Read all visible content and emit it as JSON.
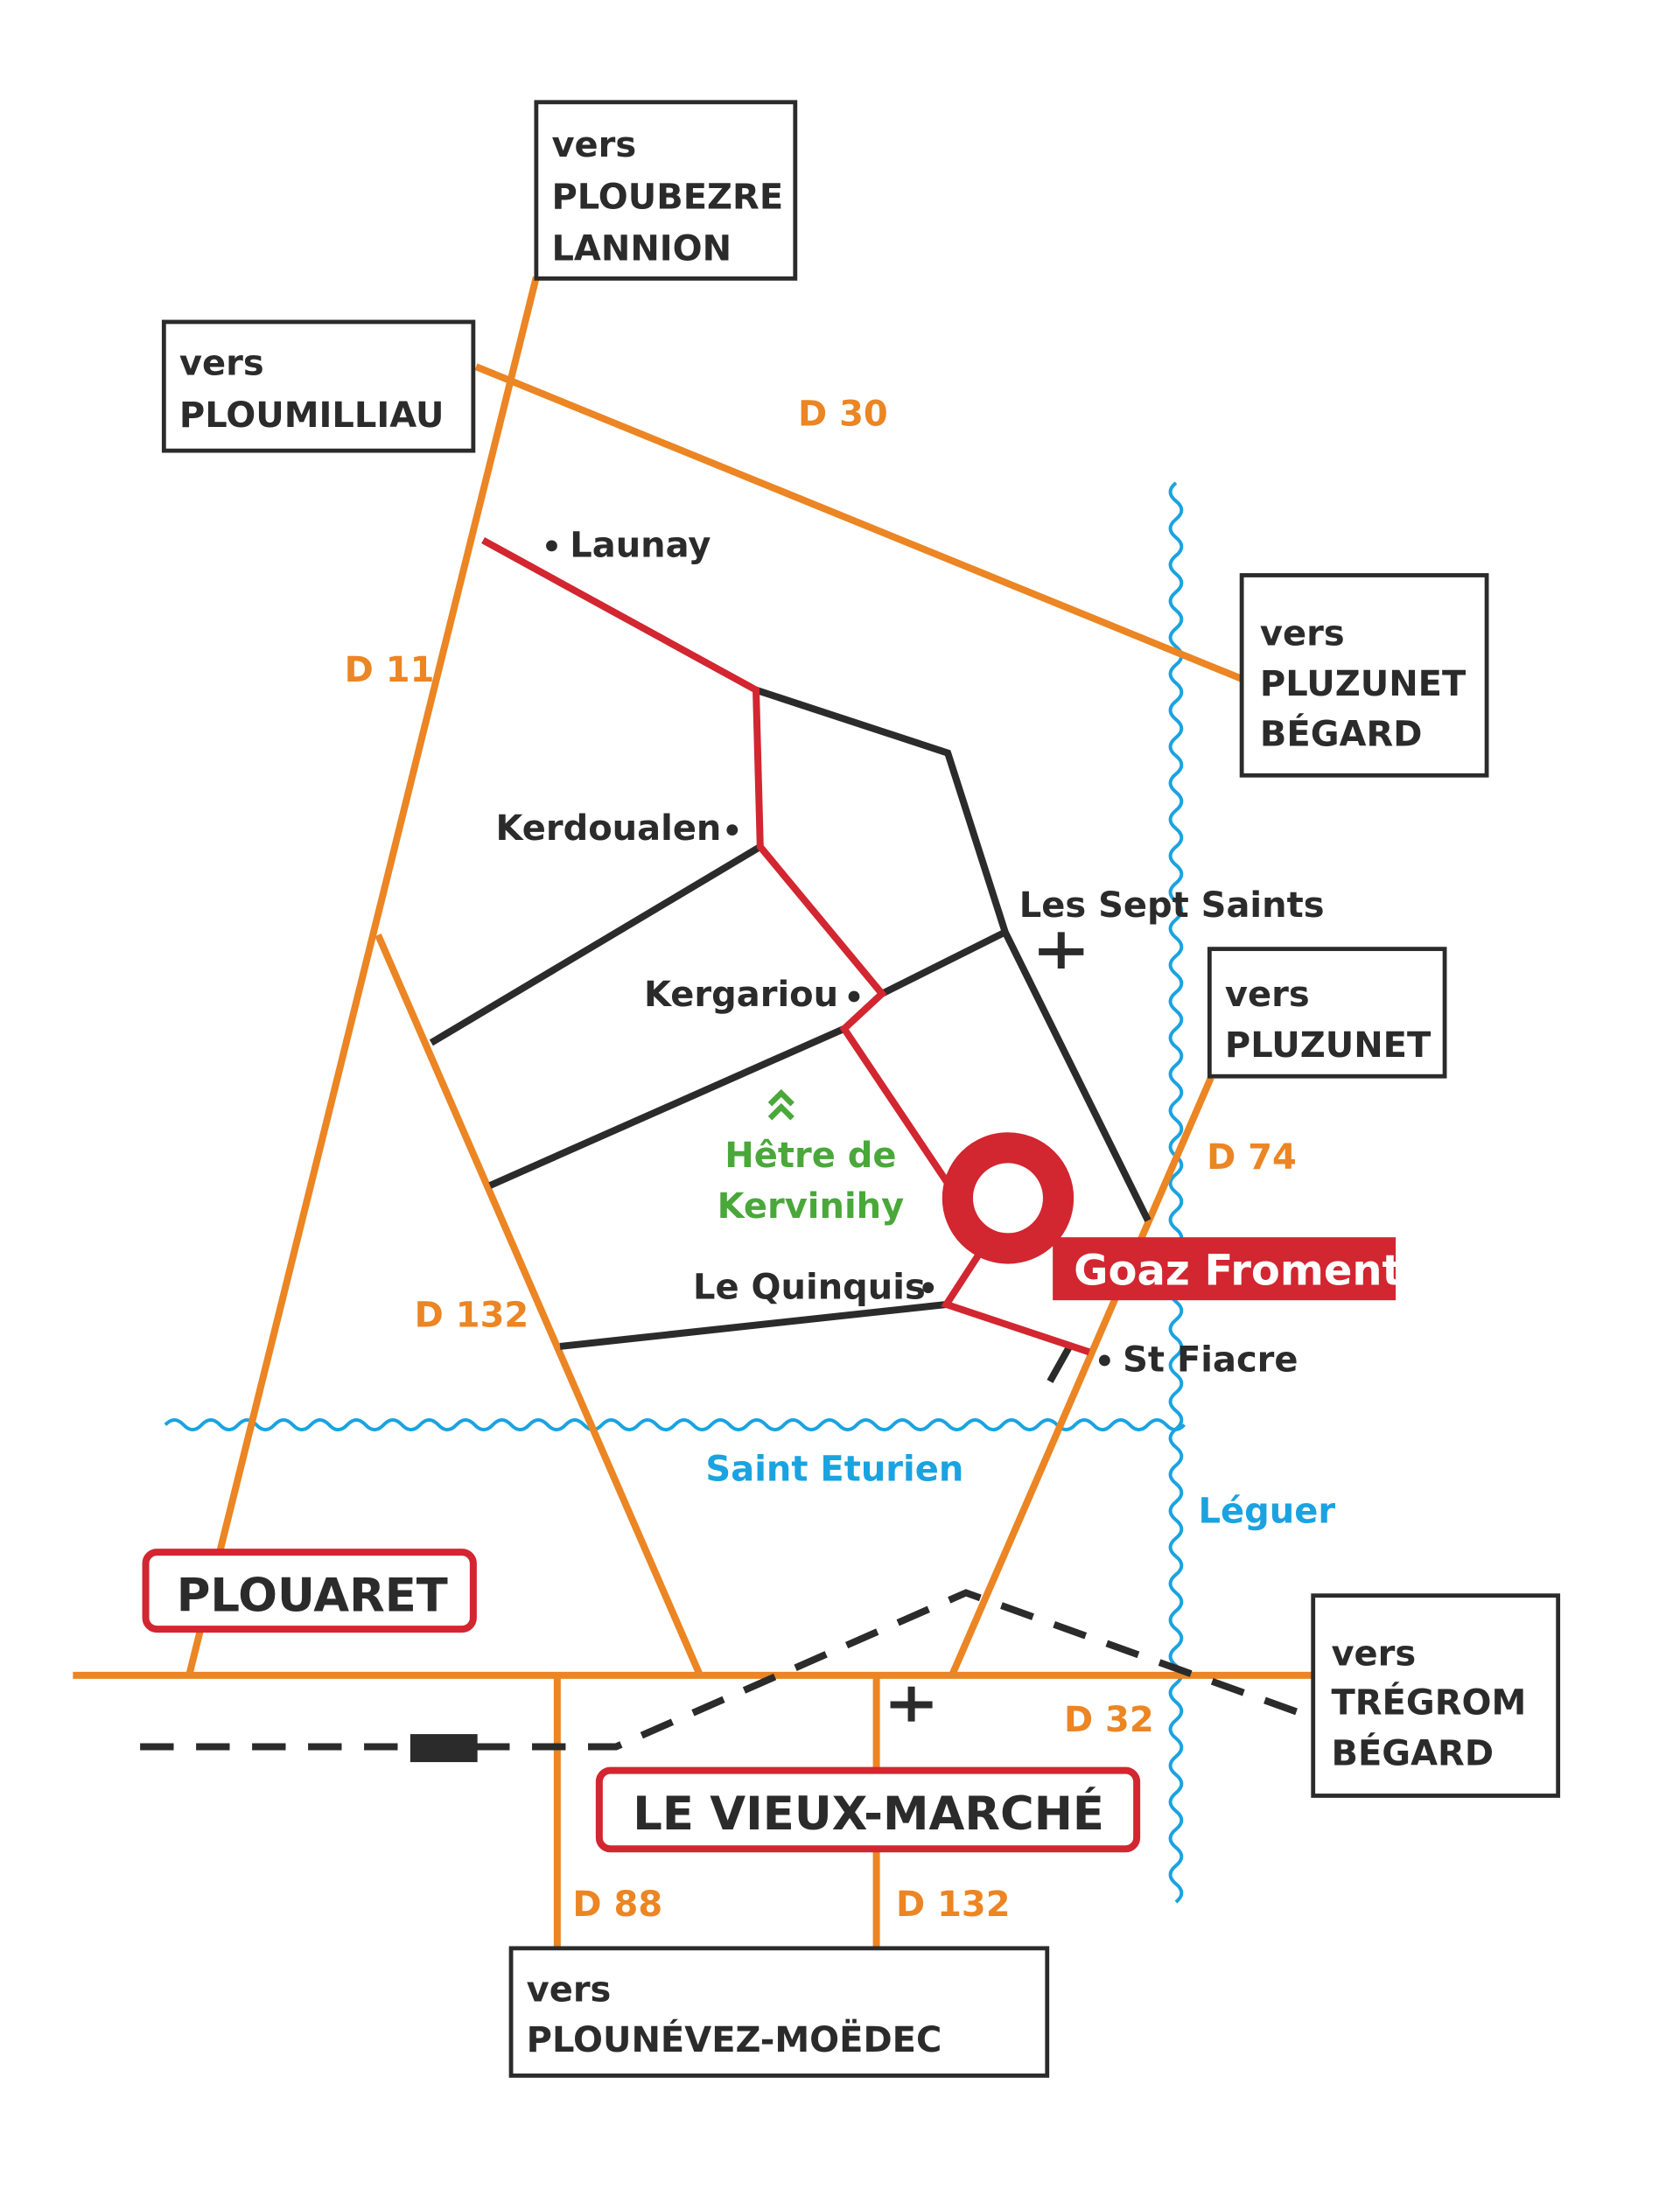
{
  "colors": {
    "road": "#ec8523",
    "lane": "#2b2b2b",
    "route": "#d22630",
    "river": "#1aa3e0",
    "poi": "#4aa83a"
  },
  "destinations": {
    "ploubezre": [
      "vers",
      "PLOUBEZRE",
      "LANNION"
    ],
    "ploumilliau": [
      "vers",
      "PLOUMILLIAU"
    ],
    "pluzunet_begard": [
      "vers",
      "PLUZUNET",
      "BÉGARD"
    ],
    "pluzunet": [
      "vers",
      "PLUZUNET"
    ],
    "tregrom": [
      "vers",
      "TRÉGROM",
      "BÉGARD"
    ],
    "plounevez": [
      "vers",
      "PLOUNÉVEZ-MOËDEC"
    ]
  },
  "roads": {
    "d30": "D 30",
    "d11": "D 11",
    "d74": "D 74",
    "d132_left": "D 132",
    "d32": "D 32",
    "d88": "D 88",
    "d132_bottom": "D 132"
  },
  "places": {
    "launay": "Launay",
    "kerdoualen": "Kerdoualen",
    "les_sept_saints": "Les Sept Saints",
    "kergariou": "Kergariou",
    "le_quinquis": "Le Quinquis",
    "st_fiacre": "St Fiacre"
  },
  "poi": {
    "line1": "Hêtre de",
    "line2": "Kervinihy"
  },
  "water": {
    "saint_eturien": "Saint Eturien",
    "leguer": "Léguer"
  },
  "towns": {
    "plouaret": "PLOUARET",
    "vieux_marche": "LE VIEUX-MARCHÉ"
  },
  "destination_marker": {
    "label": "Goaz Froment"
  }
}
